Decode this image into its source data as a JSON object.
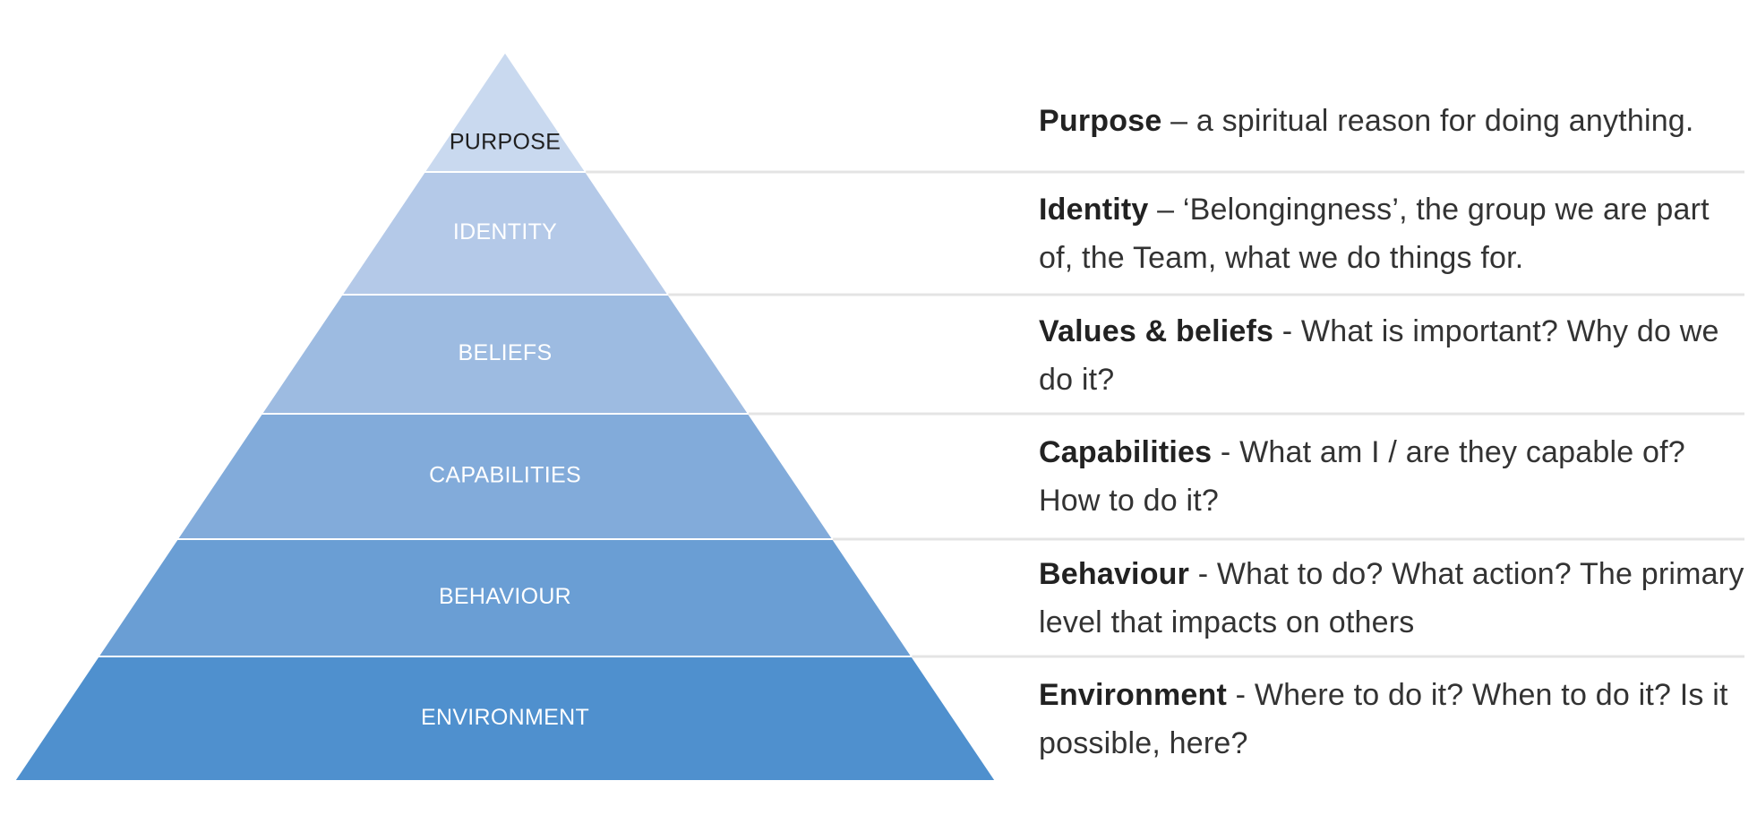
{
  "levels": [
    {
      "label": "PURPOSE",
      "term": "Purpose",
      "description": " – a spiritual reason for doing anything.",
      "fill": "#c9d9ef",
      "text_color": "#1f1f1f"
    },
    {
      "label": "IDENTITY",
      "term": "Identity",
      "description": " – ‘Belongingness’, the group we are part of, the Team, what we do things for.",
      "fill": "#b4c9e8",
      "text_color": "#ffffff"
    },
    {
      "label": "BELIEFS",
      "term": "Values & beliefs",
      "description": " - What is important? Why do we do it?",
      "fill": "#9dbbe1",
      "text_color": "#ffffff"
    },
    {
      "label": "CAPABILITIES",
      "term": "Capabilities",
      "description": " - What am I / are they capable of? How to do it?",
      "fill": "#82abda",
      "text_color": "#ffffff"
    },
    {
      "label": "BEHAVIOUR",
      "term": "Behaviour",
      "description": " - What to do? What action? The primary level that impacts on others",
      "fill": "#6a9ed4",
      "text_color": "#ffffff"
    },
    {
      "label": "ENVIRONMENT",
      "term": "Environment",
      "description": " - Where to do it? When to do it? Is it possible, here?",
      "fill": "#4f90ce",
      "text_color": "#ffffff"
    }
  ],
  "colors": {
    "separator": "#e4e4e4",
    "tier_divider": "#ffffff"
  }
}
